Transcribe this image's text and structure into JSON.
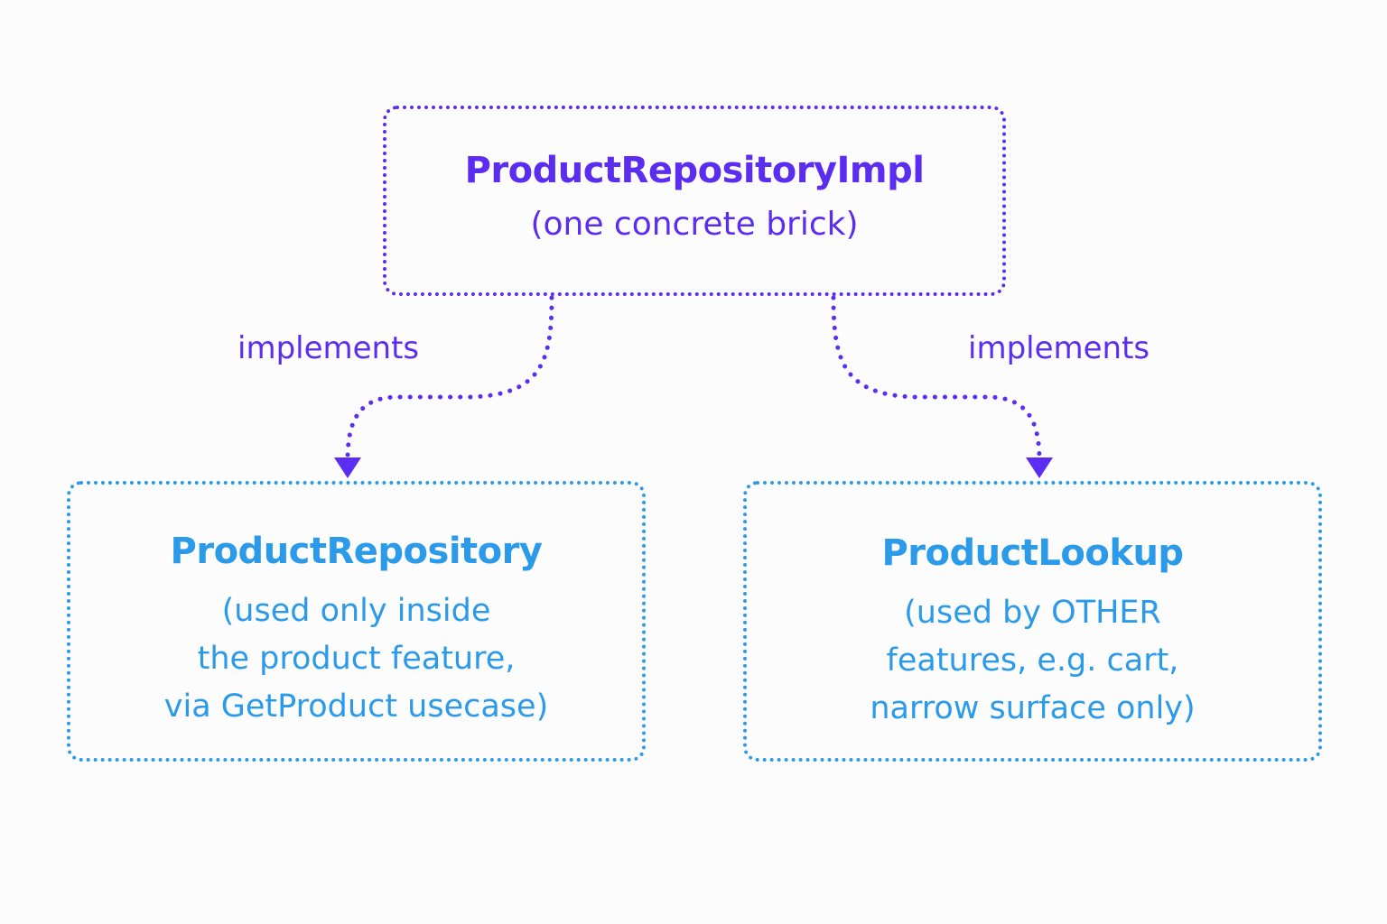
{
  "colors": {
    "impl": "#5b2df0",
    "interface": "#2b9ae9",
    "background": "#fcfcfd"
  },
  "impl_box": {
    "title": "ProductRepositoryImpl",
    "subtitle": "(one concrete brick)"
  },
  "edges": {
    "left_label": "implements",
    "right_label": "implements"
  },
  "repository_box": {
    "title": "ProductRepository",
    "lines": [
      "(used only inside",
      "the product feature,",
      "via GetProduct usecase)"
    ]
  },
  "lookup_box": {
    "title": "ProductLookup",
    "lines": [
      "(used by OTHER",
      "features, e.g. cart,",
      "narrow surface only)"
    ]
  }
}
